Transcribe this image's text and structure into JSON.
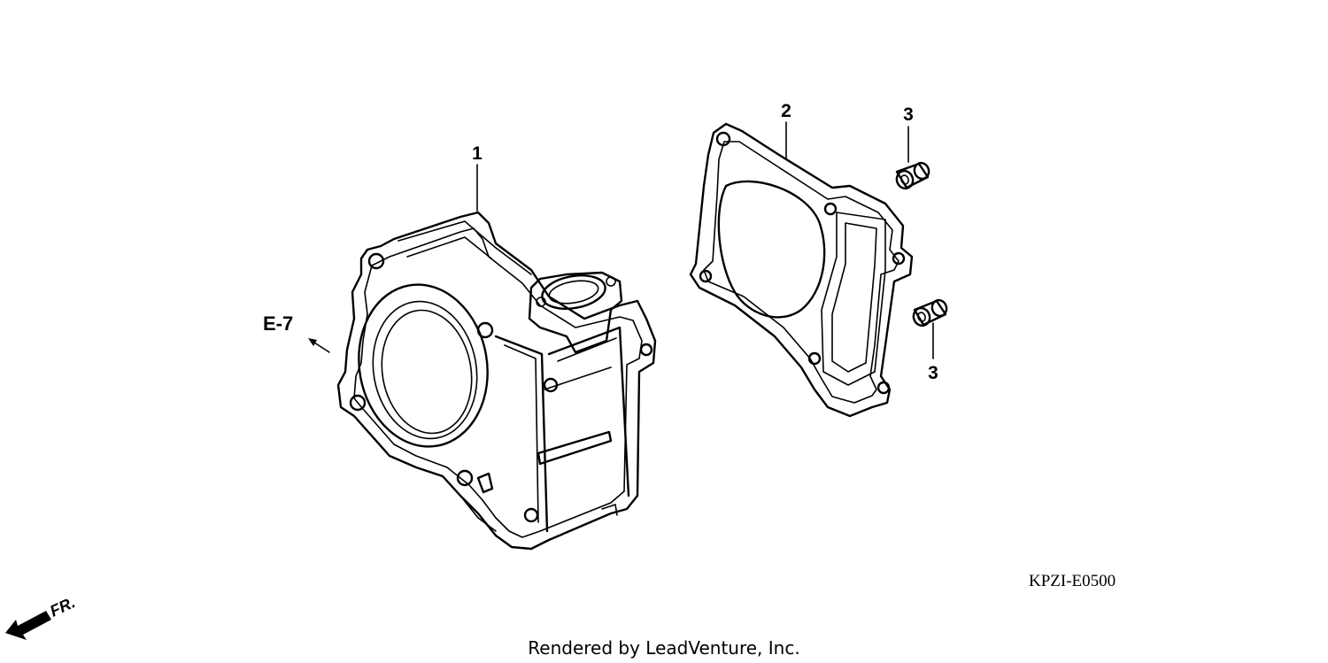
{
  "diagram": {
    "part_callouts": [
      {
        "id": "part-1",
        "label": "1"
      },
      {
        "id": "part-2",
        "label": "2"
      },
      {
        "id": "part-3a",
        "label": "3"
      },
      {
        "id": "part-3b",
        "label": "3"
      }
    ],
    "reference_label": "E-7",
    "diagram_code": "KPZI-E0500",
    "front_indicator": "FR.",
    "footer": "Rendered by LeadVenture, Inc."
  }
}
